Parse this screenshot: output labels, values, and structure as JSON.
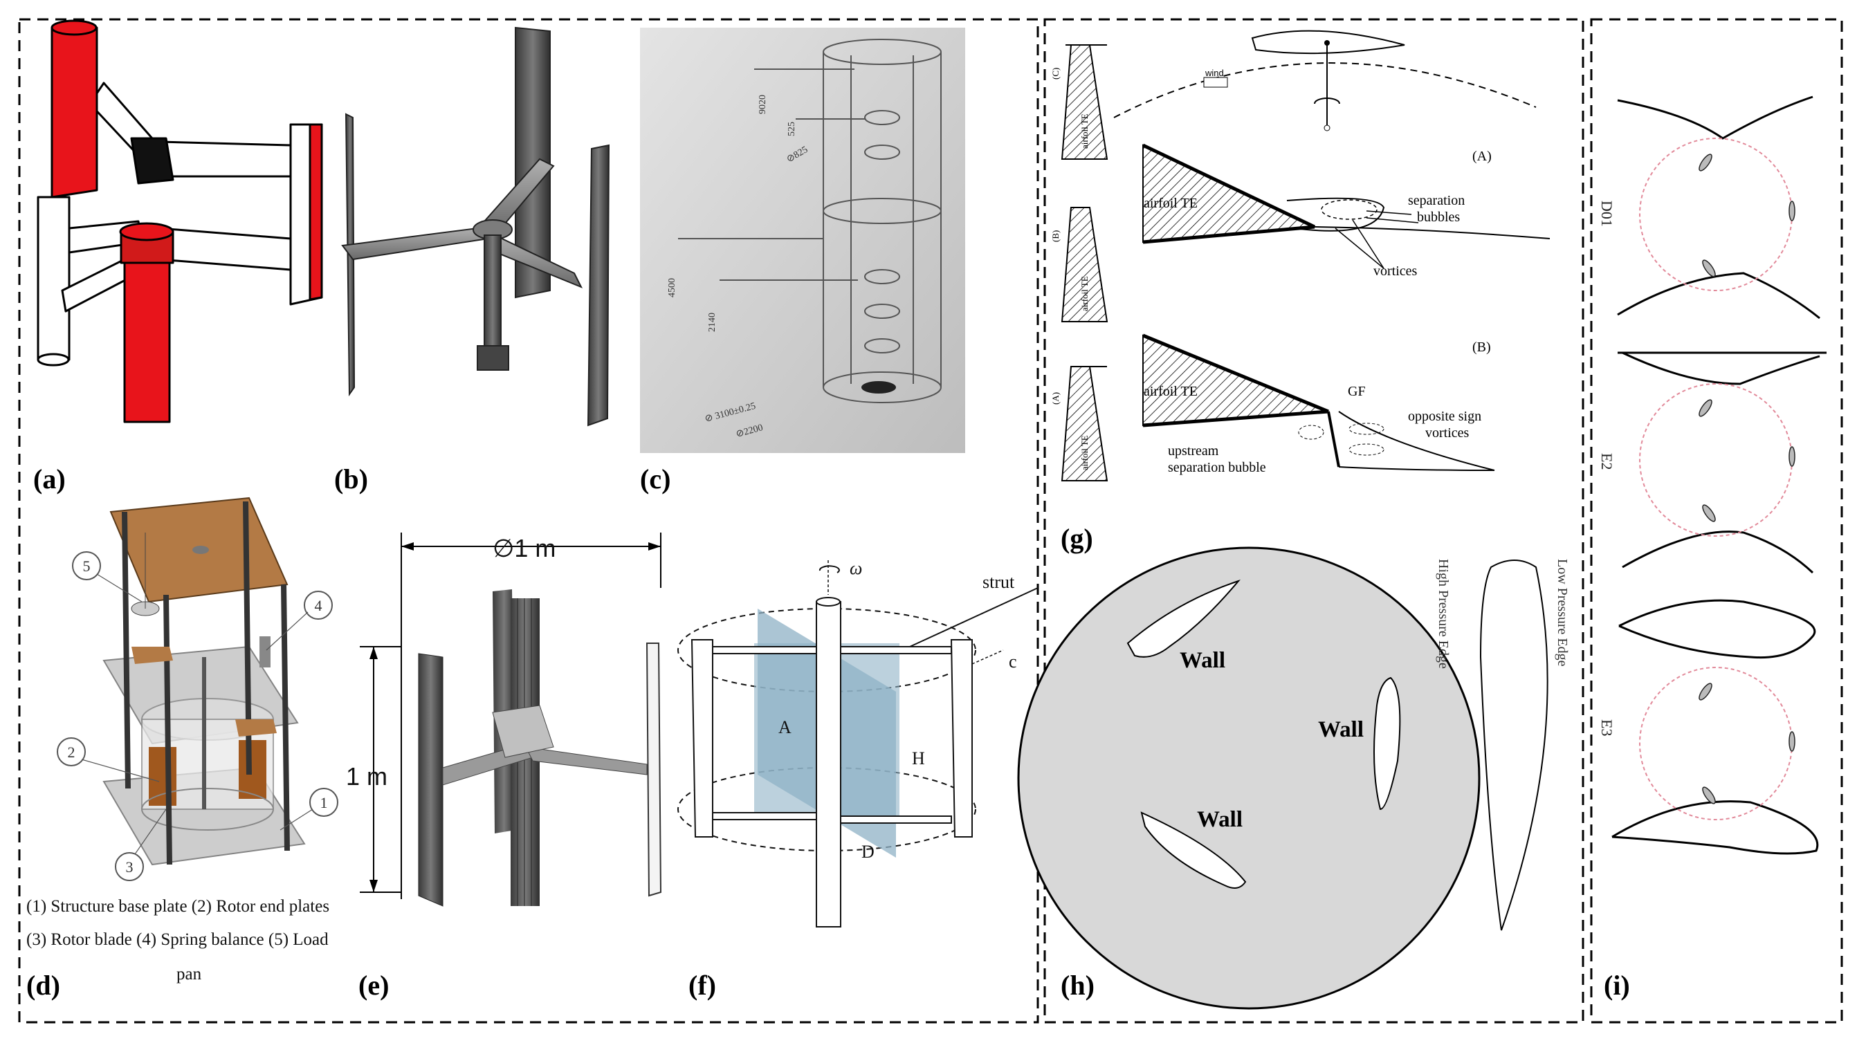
{
  "panels": {
    "a": "(a)",
    "b": "(b)",
    "c": "(c)",
    "d": "(d)",
    "e": "(e)",
    "f": "(f)",
    "g": "(g)",
    "h": "(h)",
    "i": "(i)"
  },
  "c": {
    "d1": "9020",
    "d2": "525",
    "d3": "⊘825",
    "d4": "4500",
    "d5": "2140",
    "d6": "⊘ 3100±0.25",
    "d7": "⊘2200"
  },
  "d": {
    "callouts": [
      "1",
      "2",
      "3",
      "4",
      "5"
    ],
    "caption": [
      "(1) Structure base plate (2) Rotor end plates",
      "(3) Rotor blade (4) Spring balance (5) Load",
      "pan"
    ]
  },
  "e": {
    "diameter": "∅1 m",
    "height": "1 m"
  },
  "f": {
    "omega": "ω",
    "strut": "strut",
    "c": "c",
    "A": "A",
    "H": "H",
    "D": "D"
  },
  "g": {
    "c_tag": "(C)",
    "b_tag": "(B)",
    "a_tag": "(A)",
    "te_small": "airfoil TE",
    "wind": "wind",
    "A": "(A)",
    "B": "(B)",
    "te": "airfoil TE",
    "sep": [
      "separation",
      "bubbles"
    ],
    "vort": "vortices",
    "gf": "GF",
    "opp": [
      "opposite sign",
      "vortices"
    ],
    "up": [
      "upstream",
      "separation bubble"
    ]
  },
  "h": {
    "wall": "Wall",
    "high": "High Pressure Edge",
    "low": "Low Pressure Edge"
  },
  "i": {
    "labels": [
      "D01",
      "E2",
      "E3"
    ]
  }
}
